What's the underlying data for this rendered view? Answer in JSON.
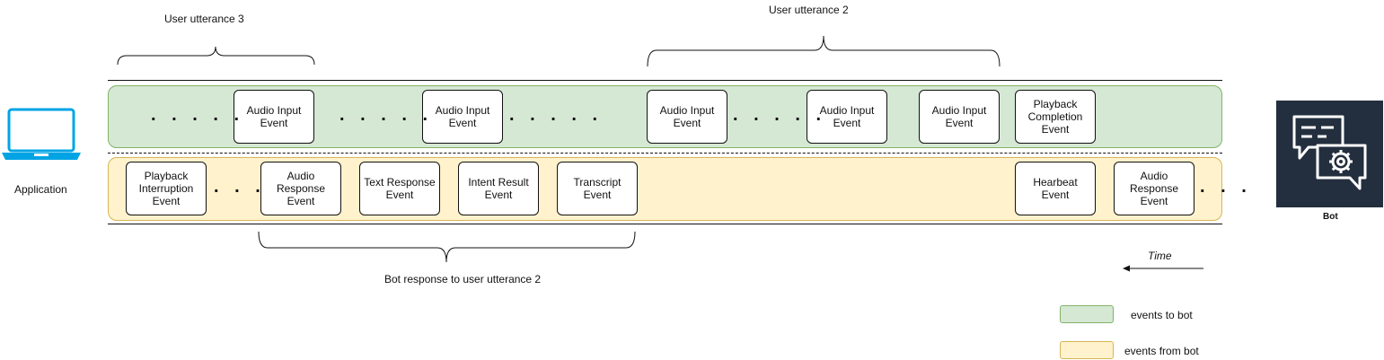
{
  "brace_labels": {
    "utterance_3": "User utterance 3",
    "utterance_2": "User utterance 2",
    "bot_response": "Bot response to user utterance 2"
  },
  "actors": {
    "application": "Application",
    "bot": "Bot"
  },
  "icons": {
    "application": "laptop-icon",
    "bot": "chat-bot-gear-icon"
  },
  "events_to_bot": [
    {
      "line1": "Audio Input",
      "line2": "Event",
      "line3": ""
    },
    {
      "line1": "Audio Input",
      "line2": "Event",
      "line3": ""
    },
    {
      "line1": "Audio Input",
      "line2": "Event",
      "line3": ""
    },
    {
      "line1": "Audio Input",
      "line2": "Event",
      "line3": ""
    },
    {
      "line1": "Audio Input",
      "line2": "Event",
      "line3": ""
    },
    {
      "line1": "Playback",
      "line2": "Completion",
      "line3": "Event"
    }
  ],
  "events_from_bot": [
    {
      "line1": "Playback",
      "line2": "Interruption",
      "line3": "Event"
    },
    {
      "line1": "Audio",
      "line2": "Response",
      "line3": "Event"
    },
    {
      "line1": "Text Response",
      "line2": "Event",
      "line3": ""
    },
    {
      "line1": "Intent Result",
      "line2": "Event",
      "line3": ""
    },
    {
      "line1": "Transcript",
      "line2": "Event",
      "line3": ""
    },
    {
      "line1": "Hearbeat",
      "line2": "Event",
      "line3": ""
    },
    {
      "line1": "Audio",
      "line2": "Response",
      "line3": "Event"
    }
  ],
  "ellipsis": {
    "long": ". . . . .",
    "short": ". . ."
  },
  "time_label": "Time",
  "legend": [
    {
      "label": "events to bot",
      "color": "#d5e8d4",
      "border": "#82b366"
    },
    {
      "label": "events from bot",
      "color": "#fff2cc",
      "border": "#d6b656"
    }
  ],
  "colors": {
    "laptop": "#00a4e4",
    "bot_bg": "#232f3e"
  }
}
